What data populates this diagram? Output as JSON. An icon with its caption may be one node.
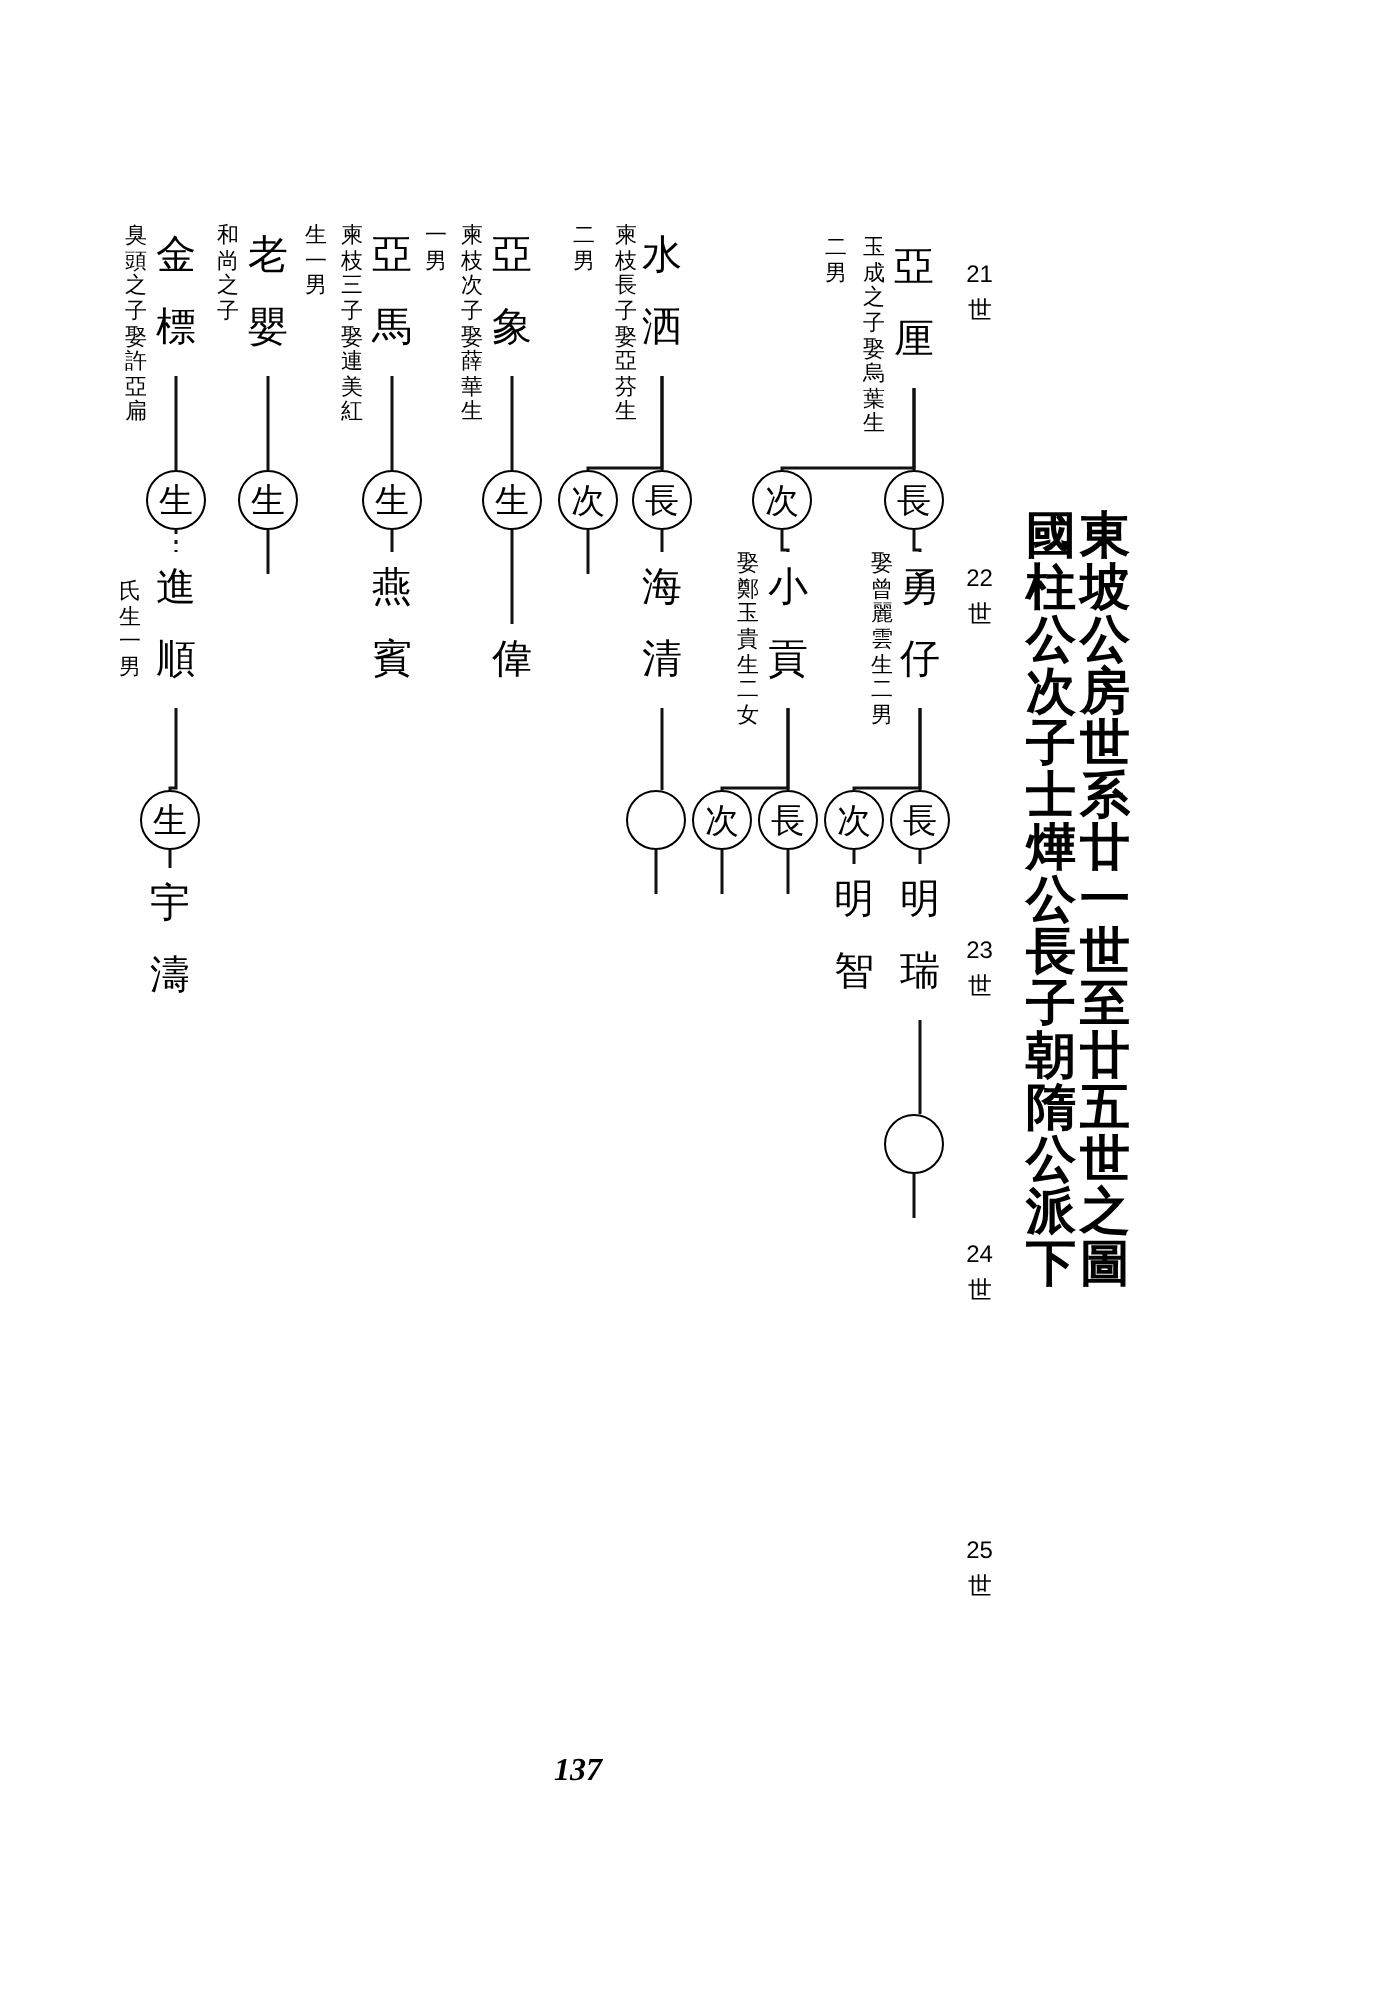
{
  "diagram": {
    "title": "東坡公房世系廿一世至廿五世之圖",
    "nodes": [
      {
        "text": [
          "亞厘"
        ],
        "beside": [
          "玉成之子娶烏葉生二男"
        ]
      },
      {
        "text": [
          "長"
        ]
      },
      {
        "text": [
          "次"
        ]
      },
      {
        "text": [
          "勇仔"
        ],
        "beside": [
          "娶曾麗雲生二男"
        ]
      },
      {
        "text": [
          "小貢"
        ],
        "beside": [
          "娶鄭玉貴生二女"
        ]
      },
      {
        "text": [
          "長"
        ]
      },
      {
        "text": [
          "次"
        ]
      },
      {
        "text": [
          "明瑞"
        ]
      },
      {
        "text": [
          "明智"
        ]
      },
      {
        "text": [],
        "shape": "circle"
      },
      {
        "text": [
          "長"
        ]
      },
      {
        "text": [
          "次"
        ]
      },
      {
        "text": [
          "水洒"
        ],
        "beside": [
          "柬枝長子娶亞芬生二男"
        ]
      },
      {
        "text": [
          "長"
        ]
      },
      {
        "text": [
          "次"
        ]
      },
      {
        "text": [
          "海清"
        ]
      },
      {
        "text": [],
        "shape": "circle"
      },
      {
        "text": [
          "亞象"
        ],
        "beside": [
          "柬枝次子娶薛華生一男"
        ]
      },
      {
        "text": [
          "生"
        ]
      },
      {
        "text": [
          "偉"
        ]
      },
      {
        "text": [
          "亞馬"
        ],
        "beside": [
          "柬枝三子娶連美紅生一男"
        ]
      },
      {
        "text": [
          "生"
        ]
      },
      {
        "text": [
          "燕賓"
        ]
      },
      {
        "text": [
          "老嬰"
        ],
        "beside": [
          "和尚之子"
        ]
      },
      {
        "text": [
          "生"
        ]
      },
      {
        "text": [
          "金標"
        ],
        "beside": [
          "臭頭之子娶許亞扁氏生一男"
        ]
      },
      {
        "text": [
          "生"
        ]
      },
      {
        "text": [
          "進順"
        ]
      },
      {
        "text": [
          "生"
        ]
      },
      {
        "text": [
          "宇濤"
        ]
      }
    ],
    "edges": [
      {
        "from": 0,
        "to": 1,
        "arrow": "none"
      },
      {
        "from": 0,
        "to": 2,
        "arrow": "none"
      },
      {
        "from": 1,
        "to": 3,
        "arrow": "none"
      },
      {
        "from": 2,
        "to": 4,
        "arrow": "none"
      },
      {
        "from": 3,
        "to": 5,
        "arrow": "none"
      },
      {
        "from": 3,
        "to": 6,
        "arrow": "none"
      },
      {
        "from": 5,
        "to": 7,
        "arrow": "none"
      },
      {
        "from": 6,
        "to": 8,
        "arrow": "none"
      },
      {
        "from": 7,
        "to": 9,
        "arrow": "none"
      },
      {
        "from": 9,
        "to": null,
        "arrow": "none"
      },
      {
        "from": 4,
        "to": 10,
        "arrow": "none"
      },
      {
        "from": 4,
        "to": 11,
        "arrow": "none"
      },
      {
        "from": 10,
        "to": null,
        "arrow": "none"
      },
      {
        "from": 11,
        "to": null,
        "arrow": "none"
      },
      {
        "from": 12,
        "to": 13,
        "arrow": "none"
      },
      {
        "from": 12,
        "to": 14,
        "arrow": "none"
      },
      {
        "from": 13,
        "to": 15,
        "arrow": "none"
      },
      {
        "from": 14,
        "to": null,
        "arrow": "none"
      },
      {
        "from": 15,
        "to": 16,
        "arrow": "none"
      },
      {
        "from": 16,
        "to": null,
        "arrow": "none"
      },
      {
        "from": 17,
        "to": 18,
        "arrow": "none"
      },
      {
        "from": 18,
        "to": 19,
        "arrow": "none"
      },
      {
        "from": 20,
        "to": 21,
        "arrow": "none"
      },
      {
        "from": 21,
        "to": 22,
        "arrow": "none"
      },
      {
        "from": 23,
        "to": 24,
        "arrow": "none"
      },
      {
        "from": 24,
        "to": null,
        "arrow": "none"
      },
      {
        "from": 25,
        "to": 26,
        "arrow": "none"
      },
      {
        "from": 26,
        "to": 27,
        "arrow": "none",
        "style": "dashed"
      },
      {
        "from": 27,
        "to": 28,
        "arrow": "none"
      },
      {
        "from": 28,
        "to": 29,
        "arrow": "none"
      }
    ],
    "labels": [
      "21世",
      "22世",
      "23世",
      "24世",
      "25世",
      "國柱公次子士燁公長子朝隋公派下",
      "137"
    ]
  }
}
